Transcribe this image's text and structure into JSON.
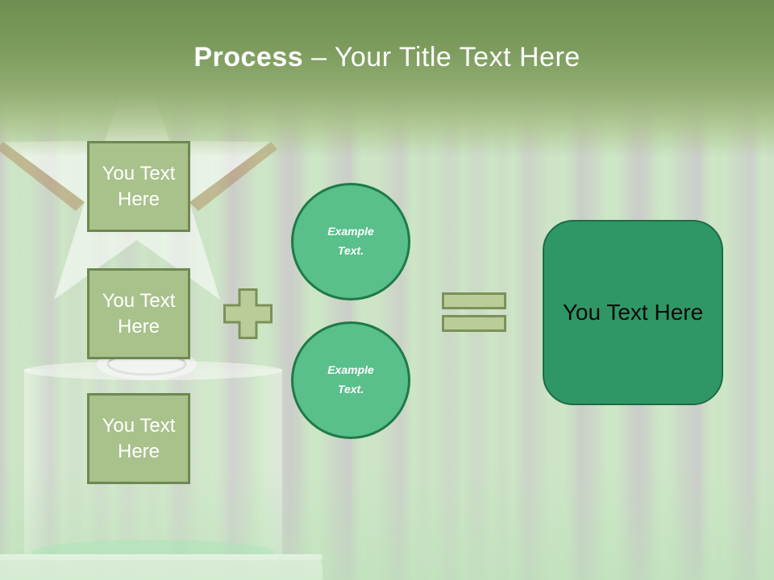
{
  "slide": {
    "title": {
      "bold": "Process",
      "rest": " – Your Title Text Here"
    },
    "left_boxes": [
      {
        "label": "You Text Here"
      },
      {
        "label": "You Text Here"
      },
      {
        "label": "You Text Here"
      }
    ],
    "circles": [
      {
        "label": "Example Text."
      },
      {
        "label": "Example Text."
      }
    ],
    "result_box": {
      "label": "You Text Here"
    },
    "icons": {
      "plus": "plus-icon",
      "equals": "equals-icon",
      "background_graphic": "star-trophy-graphic"
    },
    "colors": {
      "title_text": "#ffffff",
      "header_top": "#6e8f51",
      "header_mid": "#93ad72",
      "box_fill": "#a9c18b",
      "box_border": "#6d8851",
      "op_fill": "#bacd99",
      "op_border": "#7b9159",
      "circle_fill": "#59bf8b",
      "circle_border": "#1f7a48",
      "result_fill": "#2f9765",
      "result_border": "#1e6b45",
      "result_text": "#0b0b0b",
      "stripe_green": "#cde5c6",
      "stripe_gray": "#cbcdc9"
    }
  }
}
